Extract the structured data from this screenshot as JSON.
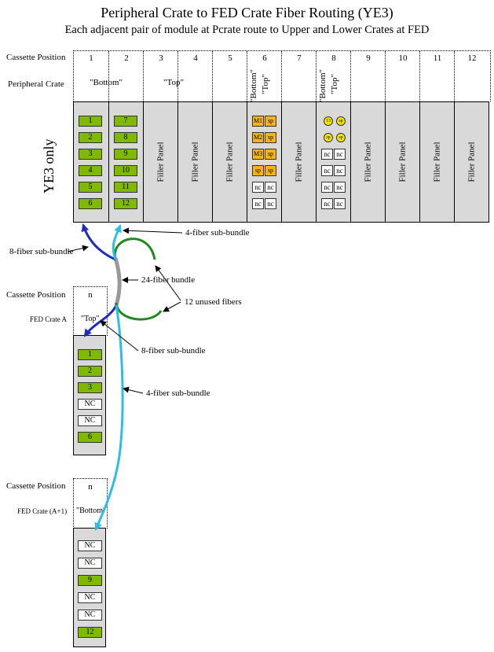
{
  "title": "Peripheral Crate to FED Crate Fiber Routing (YE3)",
  "subtitle": "Each adjacent pair of module at Pcrate route to Upper and Lower Crates at FED",
  "pcrate_header": {
    "row1_label": "Cassette Position",
    "row2_label": "Peripheral Crate",
    "positions": [
      "1",
      "2",
      "3",
      "4",
      "5",
      "6",
      "7",
      "8",
      "9",
      "10",
      "11",
      "12"
    ],
    "bottom_label": "\"Bottom\"",
    "top_label": "\"Top\"",
    "pos6_bottom": "\"Bottom\"",
    "pos6_top": "\"Top\"",
    "pos8_bottom": "\"Bottom\"",
    "pos8_top": "\"Top\""
  },
  "crate": {
    "side_label": "YE3 only",
    "filler_label": "Filler Panel",
    "col1": [
      "1",
      "2",
      "3",
      "4",
      "5",
      "6"
    ],
    "col2": [
      "7",
      "8",
      "9",
      "10",
      "11",
      "12"
    ],
    "col6": [
      [
        "M1",
        "sp"
      ],
      [
        "M2",
        "sp"
      ],
      [
        "M3",
        "sp"
      ],
      [
        "sp",
        "sp"
      ],
      [
        "nc",
        "nc"
      ],
      [
        "nc",
        "nc"
      ]
    ],
    "col8_circles": [
      [
        "13",
        "sp"
      ],
      [
        "sp",
        "sp"
      ]
    ],
    "col8_boxes": [
      [
        "nc",
        "nc"
      ],
      [
        "nc",
        "nc"
      ],
      [
        "nc",
        "nc"
      ],
      [
        "nc",
        "nc"
      ]
    ]
  },
  "annotations": {
    "four_fiber_top": "4-fiber sub-bundle",
    "eight_fiber_left": "8-fiber sub-bundle",
    "twentyfour": "24-fiber bundle",
    "unused": "12 unused fibers",
    "eight_fiber_mid": "8-fiber sub-bundle",
    "four_fiber_mid": "4-fiber sub-bundle"
  },
  "fed_a": {
    "cassette_label": "Cassette Position",
    "pos": "n",
    "crate_label": "FED Crate A",
    "slot_label": "\"Top\"",
    "boxes": [
      "1",
      "2",
      "3",
      "NC",
      "NC",
      "6"
    ]
  },
  "fed_a1": {
    "cassette_label": "Cassette Position",
    "pos": "n",
    "crate_label": "FED Crate (A+1)",
    "slot_label": "\"Bottom\"",
    "boxes": [
      "NC",
      "NC",
      "9",
      "NC",
      "NC",
      "12"
    ]
  },
  "colors": {
    "green_module": "#7fba00",
    "spare_orange": "#f6b419",
    "circle_yellow": "#f3e600",
    "crate_gray": "#d9d9d9",
    "fiber_dark_blue": "#1f2bbf",
    "fiber_light_blue": "#2bbfe8",
    "fiber_green": "#1f8a1f",
    "bundle_gray": "#999999"
  }
}
